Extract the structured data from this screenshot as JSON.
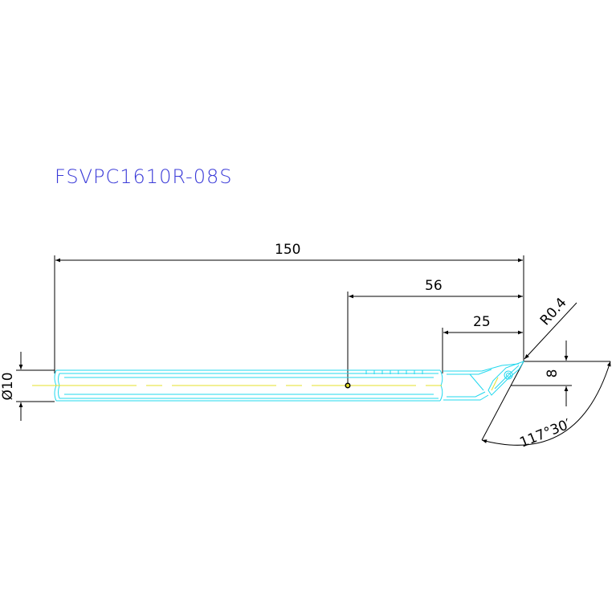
{
  "title": "FSVPC1610R-08S",
  "dimensions": {
    "overall_length": "150",
    "length_to_pivot": "56",
    "head_length": "25",
    "corner_radius": "R0.4",
    "offset": "8",
    "shank_diameter": "Ø10",
    "approach_angle": "117°30′"
  },
  "colors": {
    "title": "#3a3ad8",
    "body_outline": "#22d8ee",
    "center_line": "#e6e02a",
    "dimension": "#000000",
    "background": "#ffffff"
  }
}
